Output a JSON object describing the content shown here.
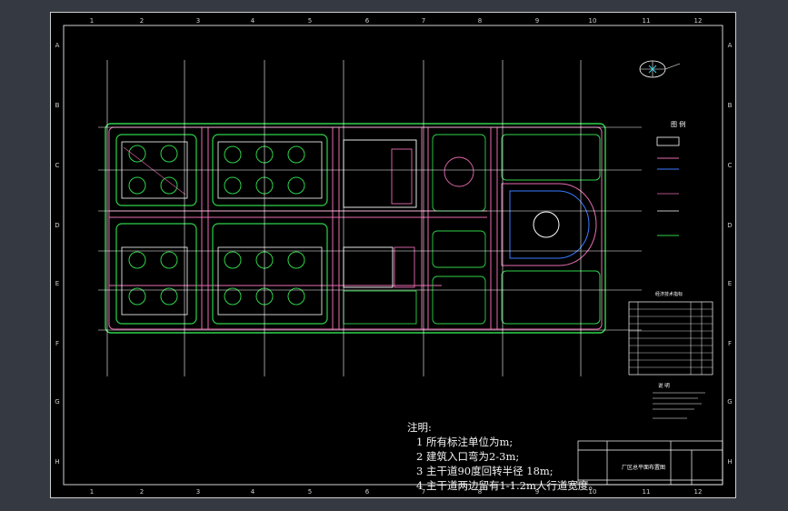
{
  "columns": [
    "1",
    "2",
    "3",
    "4",
    "5",
    "6",
    "7",
    "8",
    "9",
    "10",
    "11",
    "12"
  ],
  "rows": [
    "A",
    "B",
    "C",
    "D",
    "E",
    "F",
    "G",
    "H"
  ],
  "legend": {
    "title": "图 例"
  },
  "table": {
    "title": "经济技术指标"
  },
  "notes_right": {
    "title": "说 明"
  },
  "notes": {
    "title": "注明:",
    "items": [
      "1 所有标注单位为m;",
      "2 建筑入口弯为2-3m;",
      "3 主干道90度回转半径 18m;",
      "4 主干道两边留有1-1.2m人行道宽度。"
    ]
  },
  "title_block": {
    "drawing_name": "厂区总平面布置图"
  },
  "colors": {
    "background": "#000000",
    "road": "#e86bb0",
    "boundary": "#2fd24a",
    "building": "#ffffff",
    "frame": "#cfcfcf",
    "water": "#3a7bff"
  },
  "icons": {
    "compass": "compass-icon",
    "tree": "tree-icon"
  }
}
